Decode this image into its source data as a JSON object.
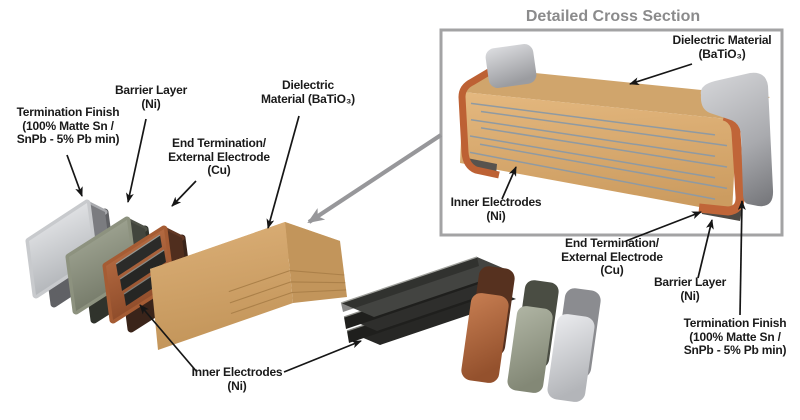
{
  "exploded_view": {
    "labels": {
      "termination_finish": "Termination Finish\n(100% Matte Sn /\nSnPb - 5% Pb min)",
      "barrier_layer": "Barrier Layer\n(Ni)",
      "end_termination": "End Termination/\nExternal Electrode\n(Cu)",
      "dielectric_material": "Dielectric\nMaterial (BaTiO₃)",
      "inner_electrodes": "Inner Electrodes\n(Ni)"
    }
  },
  "cross_section_inset": {
    "title": "Detailed Cross Section",
    "labels": {
      "dielectric_material": "Dielectric Material\n(BaTiO₃)",
      "inner_electrodes": "Inner Electrodes\n(Ni)",
      "end_termination": "End Termination/\nExternal Electrode\n(Cu)",
      "barrier_layer": "Barrier Layer\n(Ni)",
      "termination_finish": "Termination Finish\n(100% Matte Sn /\nSnPb - 5% Pb min)"
    }
  },
  "materials": {
    "dielectric_tan": "#d6a96e",
    "copper": "#b46a40",
    "nickel_barrier": "#9aa092",
    "silver_finish": "#d6d7da",
    "inner_electrode_dark": "#3a3a38",
    "electrode_line_gray": "#8f9aa2"
  },
  "styles": {
    "inset_border": "#a3a3a4",
    "title_gray": "#8b8b8c",
    "arrow_black": "#161616",
    "arrow_gray": "#97979a",
    "background": "#ffffff"
  }
}
